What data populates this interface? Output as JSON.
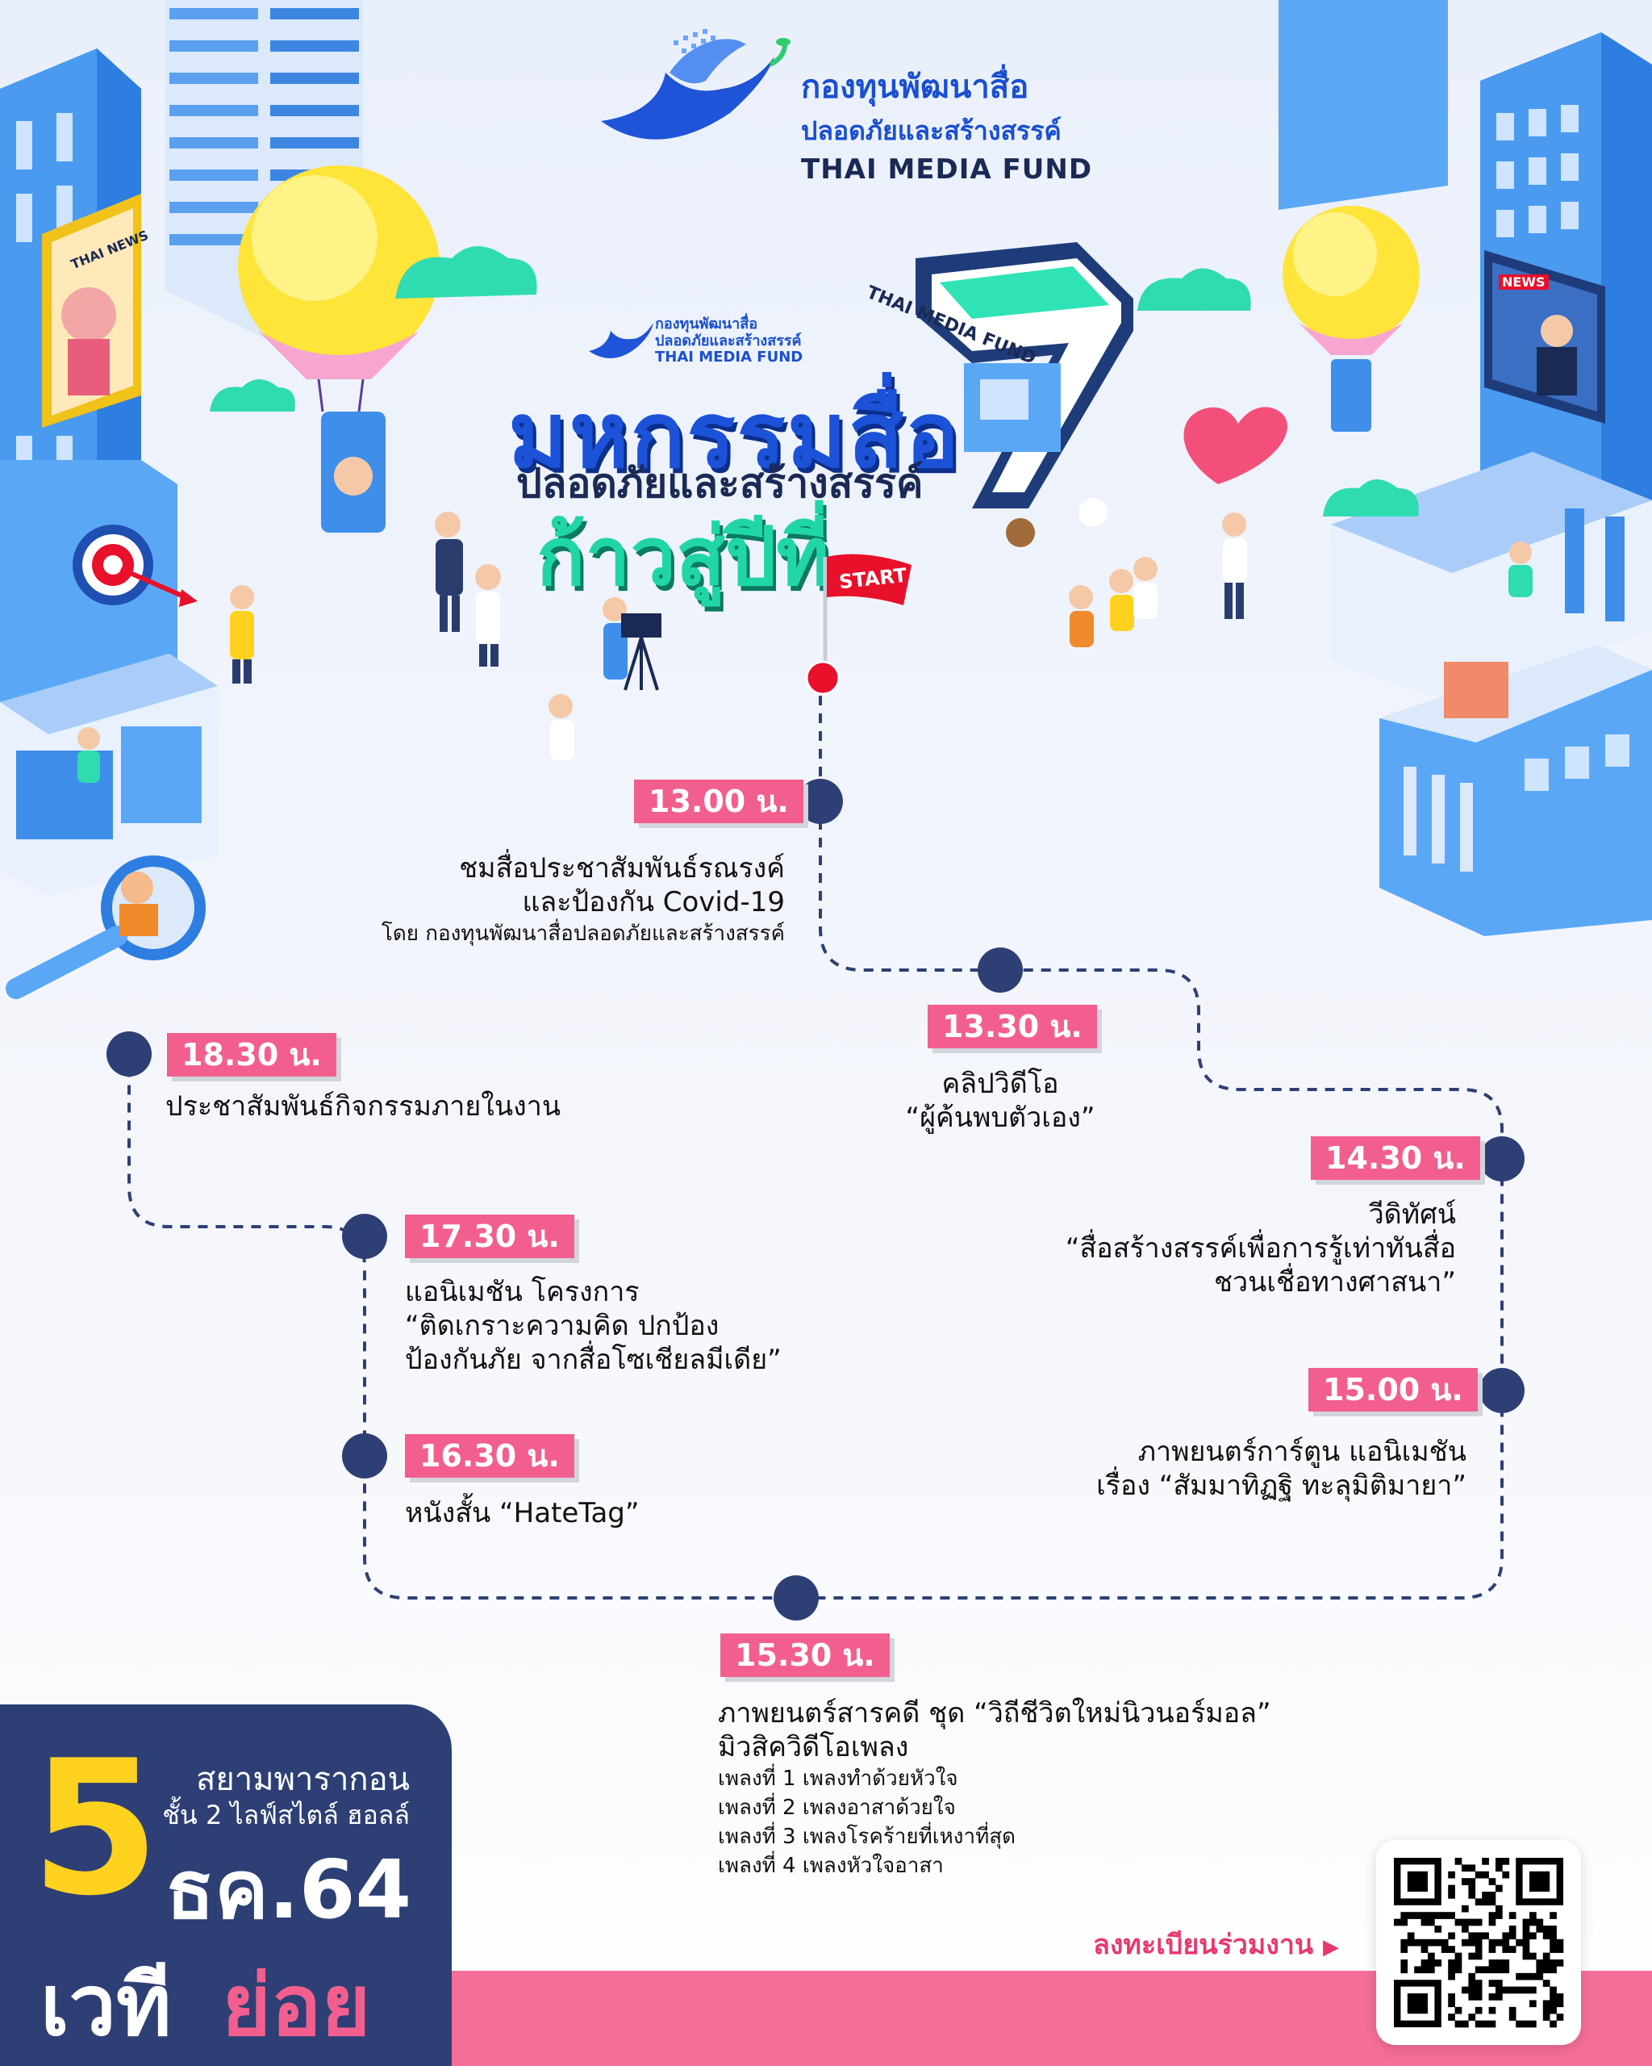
{
  "header": {
    "org_name_th": "กองทุนพัฒนาสื่อ",
    "org_sub_th": "ปลอดภัยและสร้างสรรค์",
    "org_name_en": "THAI MEDIA FUND"
  },
  "festival": {
    "small_logo_th": "กองทุนพัฒนาสื่อ",
    "small_logo_sub": "ปลอดภัยและสร้างสรรค์",
    "small_logo_en": "THAI MEDIA FUND",
    "title": "มหกรรมสื่อ",
    "subtitle": "ปลอดภัยและสร้างสรรค์",
    "step": "ก้าวสู่ปีที่",
    "number": "7",
    "booth_label": "THAI MEDIA FUND",
    "start_flag": "START",
    "billboard_news": "THAI NEWS",
    "tv_news": "NEWS"
  },
  "timeline": [
    {
      "time": "13.00 น.",
      "lines": [
        "ชมสื่อประชาสัมพันธ์รณรงค์",
        "และป้องกัน Covid-19"
      ],
      "small": [
        "โดย กองทุนพัฒนาสื่อปลอดภัยและสร้างสรรค์"
      ]
    },
    {
      "time": "13.30 น.",
      "lines": [
        "คลิปวิดีโอ",
        "“ผู้ค้นพบตัวเอง”"
      ]
    },
    {
      "time": "14.30 น.",
      "lines": [
        "วีดิทัศน์",
        "“สื่อสร้างสรรค์เพื่อการรู้เท่าทันสื่อ",
        "ชวนเชื่อทางศาสนา”"
      ]
    },
    {
      "time": "15.00 น.",
      "lines": [
        "ภาพยนตร์การ์ตูน แอนิเมชัน",
        "เรื่อง “สัมมาทิฏฐิ ทะลุมิติมายา”"
      ]
    },
    {
      "time": "15.30 น.",
      "lines": [
        "ภาพยนตร์สารคดี ชุด “วิถีชีวิตใหม่นิวนอร์มอล”",
        "มิวสิควิดีโอเพลง"
      ],
      "small": [
        "เพลงที่ 1 เพลงทำด้วยหัวใจ",
        "เพลงที่ 2 เพลงอาสาด้วยใจ",
        "เพลงที่ 3 เพลงโรคร้ายที่เหงาที่สุด",
        "เพลงที่ 4 เพลงหัวใจอาสา"
      ]
    },
    {
      "time": "16.30 น.",
      "lines": [
        "หนังสั้น “HateTag”"
      ]
    },
    {
      "time": "17.30 น.",
      "lines": [
        "แอนิเมชัน โครงการ",
        "“ติดเกราะความคิด ปกป้อง",
        "ป้องกันภัย จากสื่อโซเชียลมีเดีย”"
      ]
    },
    {
      "time": "18.30 น.",
      "lines": [
        "ประชาสัมพันธ์กิจกรรมภายในงาน"
      ]
    }
  ],
  "event_info": {
    "day": "5",
    "venue_line1": "สยามพารากอน",
    "venue_line2": "ชั้น 2 ไลฟ์สไตล์ ฮอลล์",
    "month_year": "ธค.64",
    "stage_word1": "เวที",
    "stage_word2": "ย่อย"
  },
  "register": {
    "label": "ลงทะเบียนร่วมงาน"
  },
  "colors": {
    "pink": "#f25f8f",
    "navy": "#2e3f75",
    "brand_blue": "#1a4fd0",
    "mint": "#20d6a8",
    "yellow": "#ffd21f",
    "timeline_dot": "#2e3f75",
    "start_dot": "#e8102a"
  },
  "icons": [
    "dove-logo-icon",
    "hot-air-balloon-icon",
    "cloud-icon",
    "target-icon",
    "magnifier-icon",
    "heart-icon",
    "flag-icon",
    "qr-code-icon",
    "play-triangle-icon"
  ]
}
